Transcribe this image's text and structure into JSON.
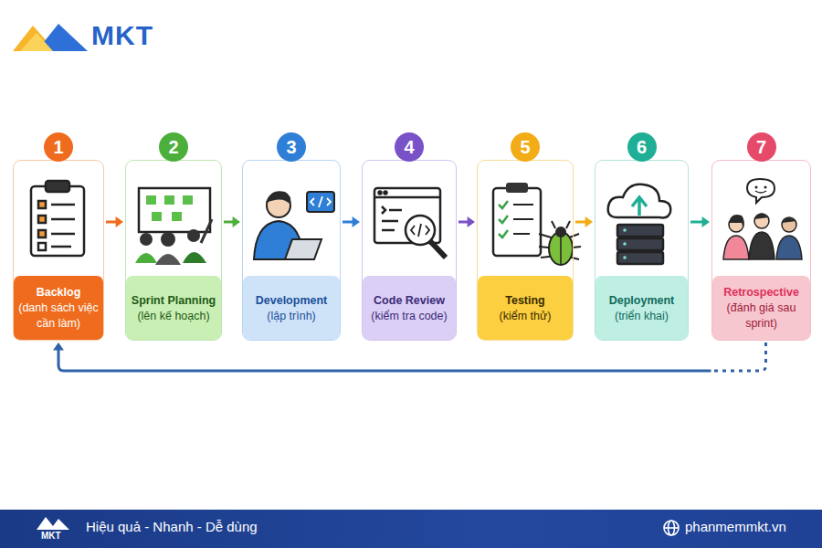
{
  "diagram": {
    "nodes": [
      {
        "text": [
          "1",
          "Backlog",
          "(danh sách việc cần làm)"
        ]
      },
      {
        "text": [
          "2",
          "Sprint Planning",
          "(lên kế hoạch)"
        ]
      },
      {
        "text": [
          "3",
          "Development",
          "(lập trình)"
        ]
      },
      {
        "text": [
          "4",
          "Code Review",
          "(kiểm tra code)"
        ]
      },
      {
        "text": [
          "5",
          "Testing",
          "(kiểm thử)"
        ]
      },
      {
        "text": [
          "6",
          "Deployment",
          "(triển khai)"
        ]
      },
      {
        "text": [
          "7",
          "Retrospective",
          "(đánh giá sau sprint)"
        ]
      },
      {
        "text": [
          "MKT",
          "Hiệu quả - Nhanh - Dễ dùng",
          "phanmemmkt.vn"
        ]
      }
    ],
    "edges": [
      {
        "from": 0,
        "to": 1,
        "arrow": "to"
      },
      {
        "from": 1,
        "to": 2,
        "arrow": "to"
      },
      {
        "from": 2,
        "to": 3,
        "arrow": "to"
      },
      {
        "from": 3,
        "to": 4,
        "arrow": "to"
      },
      {
        "from": 4,
        "to": 5,
        "arrow": "to"
      },
      {
        "from": 5,
        "to": 6,
        "arrow": "to"
      },
      {
        "from": 6,
        "to": 0,
        "arrow": "to"
      }
    ],
    "labels": [
      "MKT"
    ]
  }
}
